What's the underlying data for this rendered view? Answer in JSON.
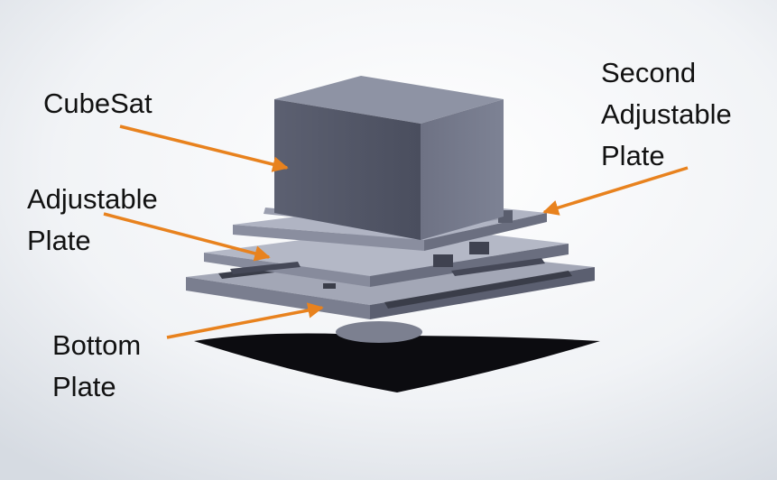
{
  "labels": {
    "cubesat": "CubeSat",
    "adjustable_plate": "Adjustable\nPlate",
    "second_adjustable_plate": "Second\nAdjustable\nPlate",
    "bottom_plate": "Bottom\nPlate"
  },
  "colors": {
    "arrow": "#e8821e",
    "background": "#eef0f3",
    "part_face": "#7d8294",
    "part_dark": "#4e5263"
  }
}
